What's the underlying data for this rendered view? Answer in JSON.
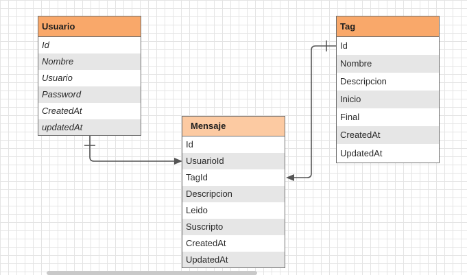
{
  "entities": {
    "usuario": {
      "title": "Usuario",
      "fields": [
        "Id",
        "Nombre",
        "Usuario",
        "Password",
        "CreatedAt",
        "updatedAt"
      ]
    },
    "mensaje": {
      "title": "Mensaje",
      "fields": [
        "Id",
        "UsuarioId",
        "TagId",
        "Descripcion",
        "Leido",
        "Suscripto",
        "CreatedAt",
        "UpdatedAt"
      ]
    },
    "tag": {
      "title": "Tag",
      "fields": [
        "Id",
        "Nombre",
        "Descripcion",
        "Inicio",
        "Final",
        "CreatedAt",
        "UpdatedAt"
      ]
    }
  },
  "colors": {
    "header": "#f9a86a",
    "header_light": "#fccaa2",
    "row_alt": "#e6e6e6",
    "line": "#555555"
  }
}
